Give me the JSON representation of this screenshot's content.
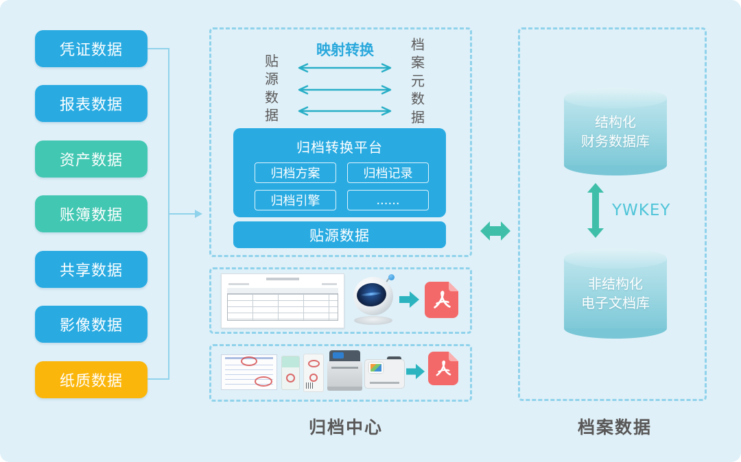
{
  "palette": {
    "background": "#DFF0F8",
    "blue": "#29ABE2",
    "teal": "#41C7B2",
    "yellow": "#FBB60B",
    "dashed_border": "#8FD2EB",
    "big_arrow_teal": "#3FBFA9",
    "mapping_arrow_cyan": "#27AEC6",
    "row_arrow_teal": "#2BB4BF",
    "pdf_red": "#F3696A",
    "text_dark": "#595757",
    "ywkey_color": "#4EC4D8"
  },
  "source_list": {
    "items": [
      {
        "label": "凭证数据",
        "color": "#29ABE2"
      },
      {
        "label": "报表数据",
        "color": "#29ABE2"
      },
      {
        "label": "资产数据",
        "color": "#41C7B2"
      },
      {
        "label": "账簿数据",
        "color": "#41C7B2"
      },
      {
        "label": "共享数据",
        "color": "#29ABE2"
      },
      {
        "label": "影像数据",
        "color": "#29ABE2"
      },
      {
        "label": "纸质数据",
        "color": "#FBB60B"
      }
    ]
  },
  "archive_center": {
    "section_label": "归档中心",
    "mapping": {
      "title": "映射转换",
      "left_label": "贴源数据",
      "right_label": "档案元数据"
    },
    "platform": {
      "title": "归档转换平台",
      "modules": [
        "归档方案",
        "归档记录",
        "归档引擎",
        "......"
      ],
      "base_bar_label": "贴源数据"
    }
  },
  "archive_data": {
    "section_label": "档案数据",
    "structured_db": {
      "line1": "结构化",
      "line2": "财务数据库"
    },
    "unstructured_db": {
      "line1": "非结构化",
      "line2": "电子文档库"
    },
    "link_label": "YWKEY"
  },
  "icons": {
    "robot": "robot-icon",
    "pdf": "pdf-file-icon",
    "voucher_document": "voucher-table-document",
    "invoice": "stamped-invoice",
    "sealed_packets": "sealed-evidence-packets",
    "printer": "printer-device",
    "scanner": "scanner-device",
    "double_arrow_horizontal": "double-arrow-horizontal",
    "double_arrow_vertical": "double-arrow-vertical"
  }
}
